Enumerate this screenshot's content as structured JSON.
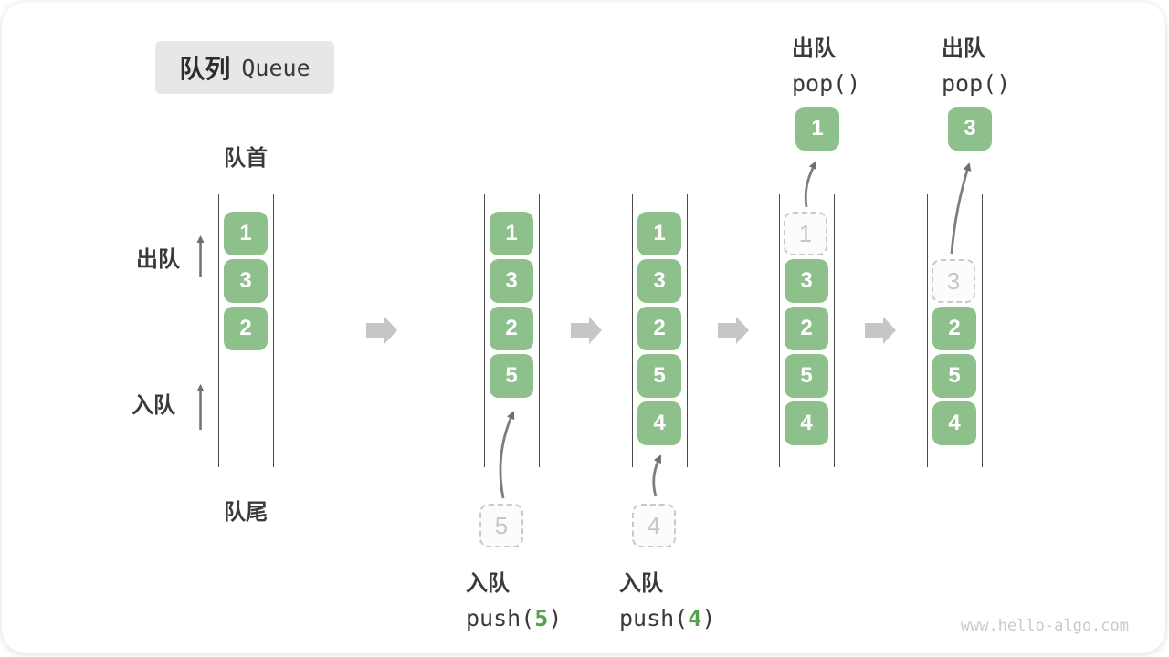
{
  "title": {
    "zh": "队列",
    "en": "Queue"
  },
  "side_labels": {
    "front": "队首",
    "rear": "队尾",
    "dequeue": "出队",
    "enqueue": "入队"
  },
  "states": [
    {
      "boxes": [
        "1",
        "3",
        "2"
      ]
    },
    {
      "boxes": [
        "1",
        "3",
        "2",
        "5"
      ]
    },
    {
      "boxes": [
        "1",
        "3",
        "2",
        "5",
        "4"
      ]
    },
    {
      "boxes": [
        "3",
        "2",
        "5",
        "4"
      ]
    },
    {
      "boxes": [
        "2",
        "5",
        "4"
      ]
    }
  ],
  "push5": {
    "label": "入队",
    "fn": "push(",
    "arg": "5",
    "close": ")",
    "value": "5"
  },
  "push4": {
    "label": "入队",
    "fn": "push(",
    "arg": "4",
    "close": ")",
    "value": "4"
  },
  "pop1": {
    "label": "出队",
    "code": "pop()",
    "value": "1",
    "removed": "1"
  },
  "pop2": {
    "label": "出队",
    "code": "pop()",
    "value": "3",
    "removed": "3"
  },
  "watermark": "www.hello-algo.com",
  "colors": {
    "item_green": "#8dc08b",
    "code_arg_green": "#55a14e",
    "text_dark": "#3a3a3a",
    "block_arrow_gray": "#c6c6c6",
    "dashed_gray": "#c9c9c9",
    "channel_line": "#4a4a4a",
    "title_bg": "#e7e7e7"
  }
}
